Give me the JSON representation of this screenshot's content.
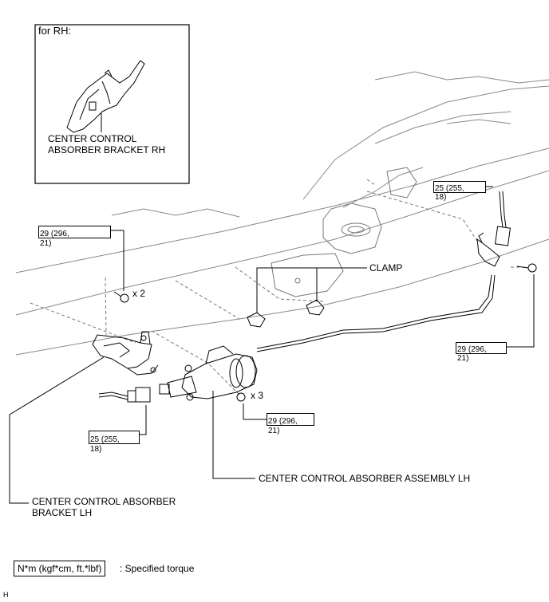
{
  "inset": {
    "title": "for RH:",
    "label_line1": "CENTER CONTROL",
    "label_line2": "ABSORBER BRACKET RH"
  },
  "callouts": {
    "clamp": "CLAMP",
    "bracket_lh_line1": "CENTER CONTROL ABSORBER",
    "bracket_lh_line2": "BRACKET LH",
    "assembly_lh": "CENTER CONTROL ABSORBER ASSEMBLY LH",
    "qty_bolts": "x 2",
    "qty_nuts": "x 3"
  },
  "torques": {
    "t1_line1": "29 (296,",
    "t1_line2": "21)",
    "t2_line1": "25 (255,",
    "t2_line2": "18)",
    "t3_line1": "29 (296,",
    "t3_line2": "21)",
    "t4_line1": "25 (255,",
    "t4_line2": "18)",
    "t5_line1": "29 (296,",
    "t5_line2": "21)"
  },
  "legend": {
    "unit": "N*m (kgf*cm, ft.*lbf)",
    "desc": ": Specified torque"
  },
  "footer_mark": "H"
}
